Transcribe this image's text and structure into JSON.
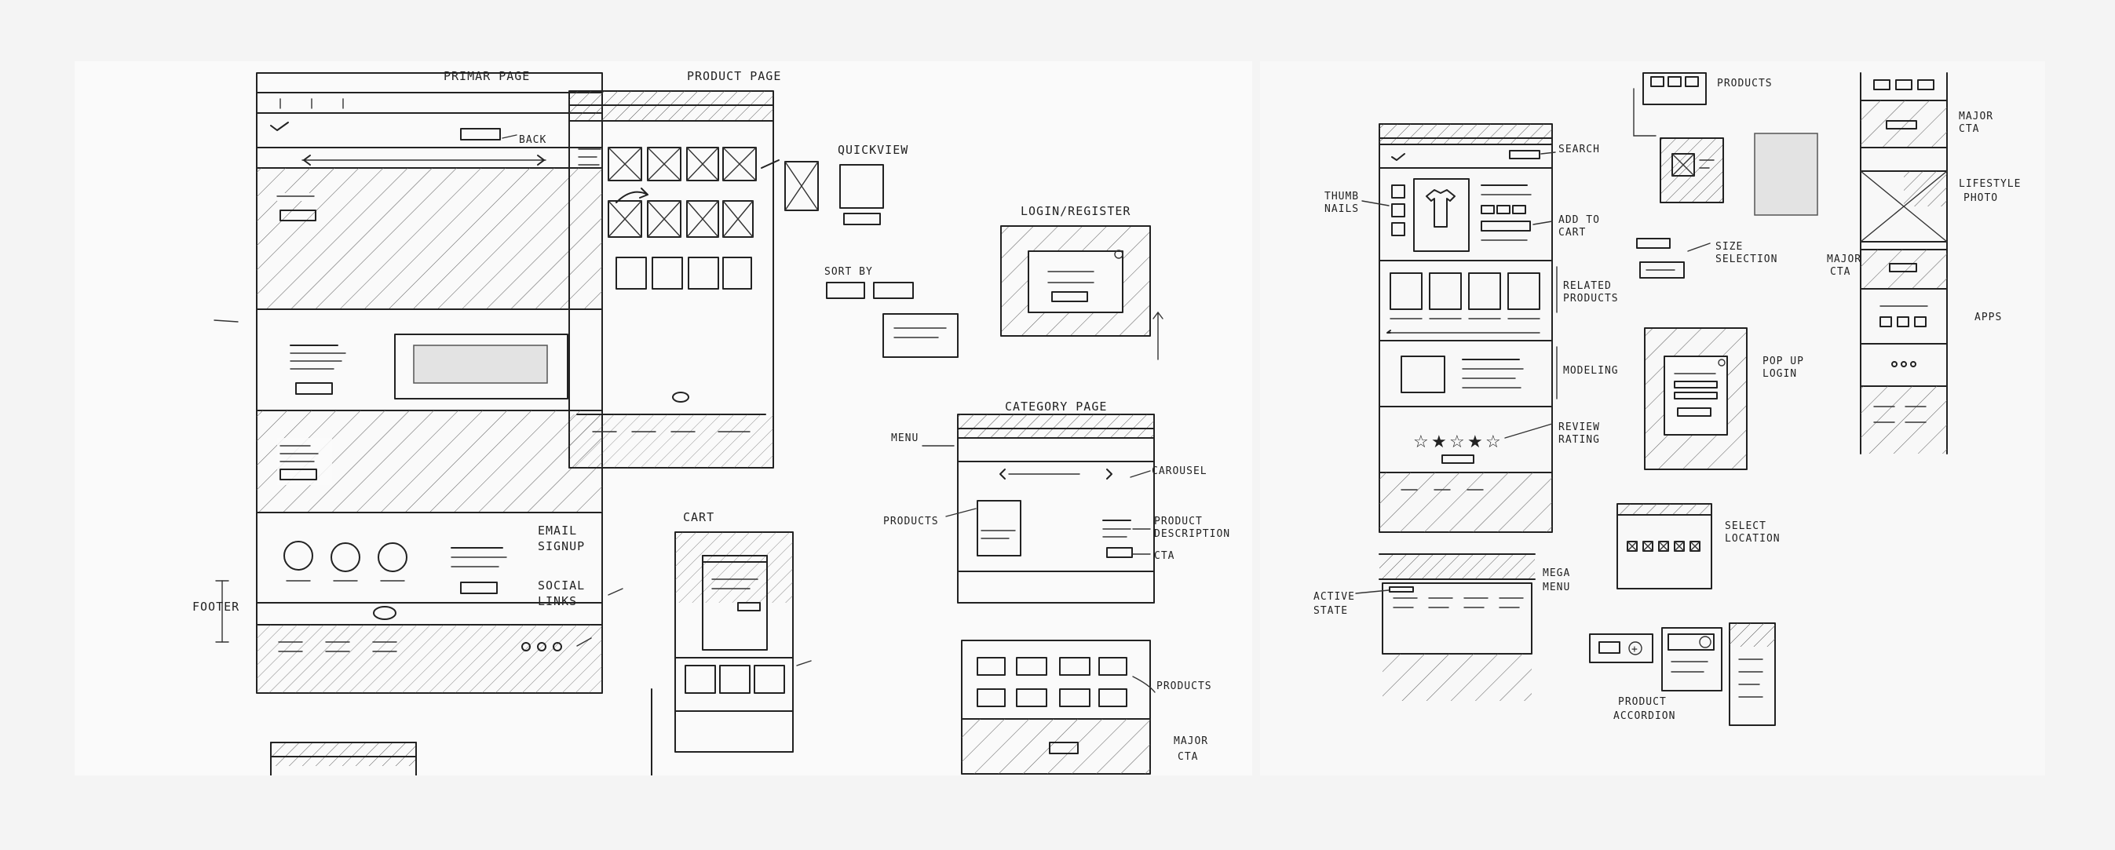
{
  "left_sketch": {
    "title_primary_page": "PRIMAR PAGE",
    "title_product_page": "PRODUCT PAGE",
    "label_quickview": "QUICKVIEW",
    "label_login_register": "LOGIN/REGISTER",
    "label_sort_by": "SORT BY",
    "label_category_page": "CATEGORY PAGE",
    "label_cart": "CART",
    "label_menu": "MENU",
    "label_carousel": "CAROUSEL",
    "label_products_left": "PRODUCTS",
    "label_product_description": [
      "PRODUCT",
      "DESCRIPTION"
    ],
    "label_cta": "CTA",
    "label_products_bottom": "PRODUCTS",
    "label_major_cta": [
      "MAJOR",
      "CTA"
    ],
    "label_email_signup": [
      "EMAIL",
      "SIGNUP"
    ],
    "label_social_links": [
      "SOCIAL",
      "LINKS"
    ],
    "label_footer": "FOOTER",
    "label_back": "BACK"
  },
  "right_sketch": {
    "label_search": "SEARCH",
    "label_thumbnails": [
      "THUMB",
      "NAILS"
    ],
    "label_add_to_cart": [
      "ADD TO",
      "CART"
    ],
    "label_related_products": [
      "RELATED",
      "PRODUCTS"
    ],
    "label_modeling": "MODELING",
    "label_review_rating": [
      "REVIEW",
      "RATING"
    ],
    "label_products_top": "PRODUCTS",
    "label_size_selection": [
      "SIZE",
      "SELECTION"
    ],
    "label_pop_up_login": [
      "POP UP",
      "LOGIN"
    ],
    "label_select_location": [
      "SELECT",
      "LOCATION"
    ],
    "label_product_accordion": [
      "PRODUCT",
      "ACCORDION"
    ],
    "label_mega_menu": [
      "MEGA",
      "MENU"
    ],
    "label_active_state": [
      "ACTIVE",
      "STATE"
    ],
    "label_major_cta_1": [
      "MAJOR",
      "CTA"
    ],
    "label_lifestyle_photo": [
      "LIFESTYLE",
      "PHOTO"
    ],
    "label_major_cta_2": [
      "MAJOR",
      "CTA"
    ],
    "label_apps": "APPS",
    "review_stars": 5
  },
  "colors": {
    "background": "#f4f4f4",
    "paper": "#fafafa",
    "ink": "#222222",
    "placeholder": "#e3e3e3"
  }
}
